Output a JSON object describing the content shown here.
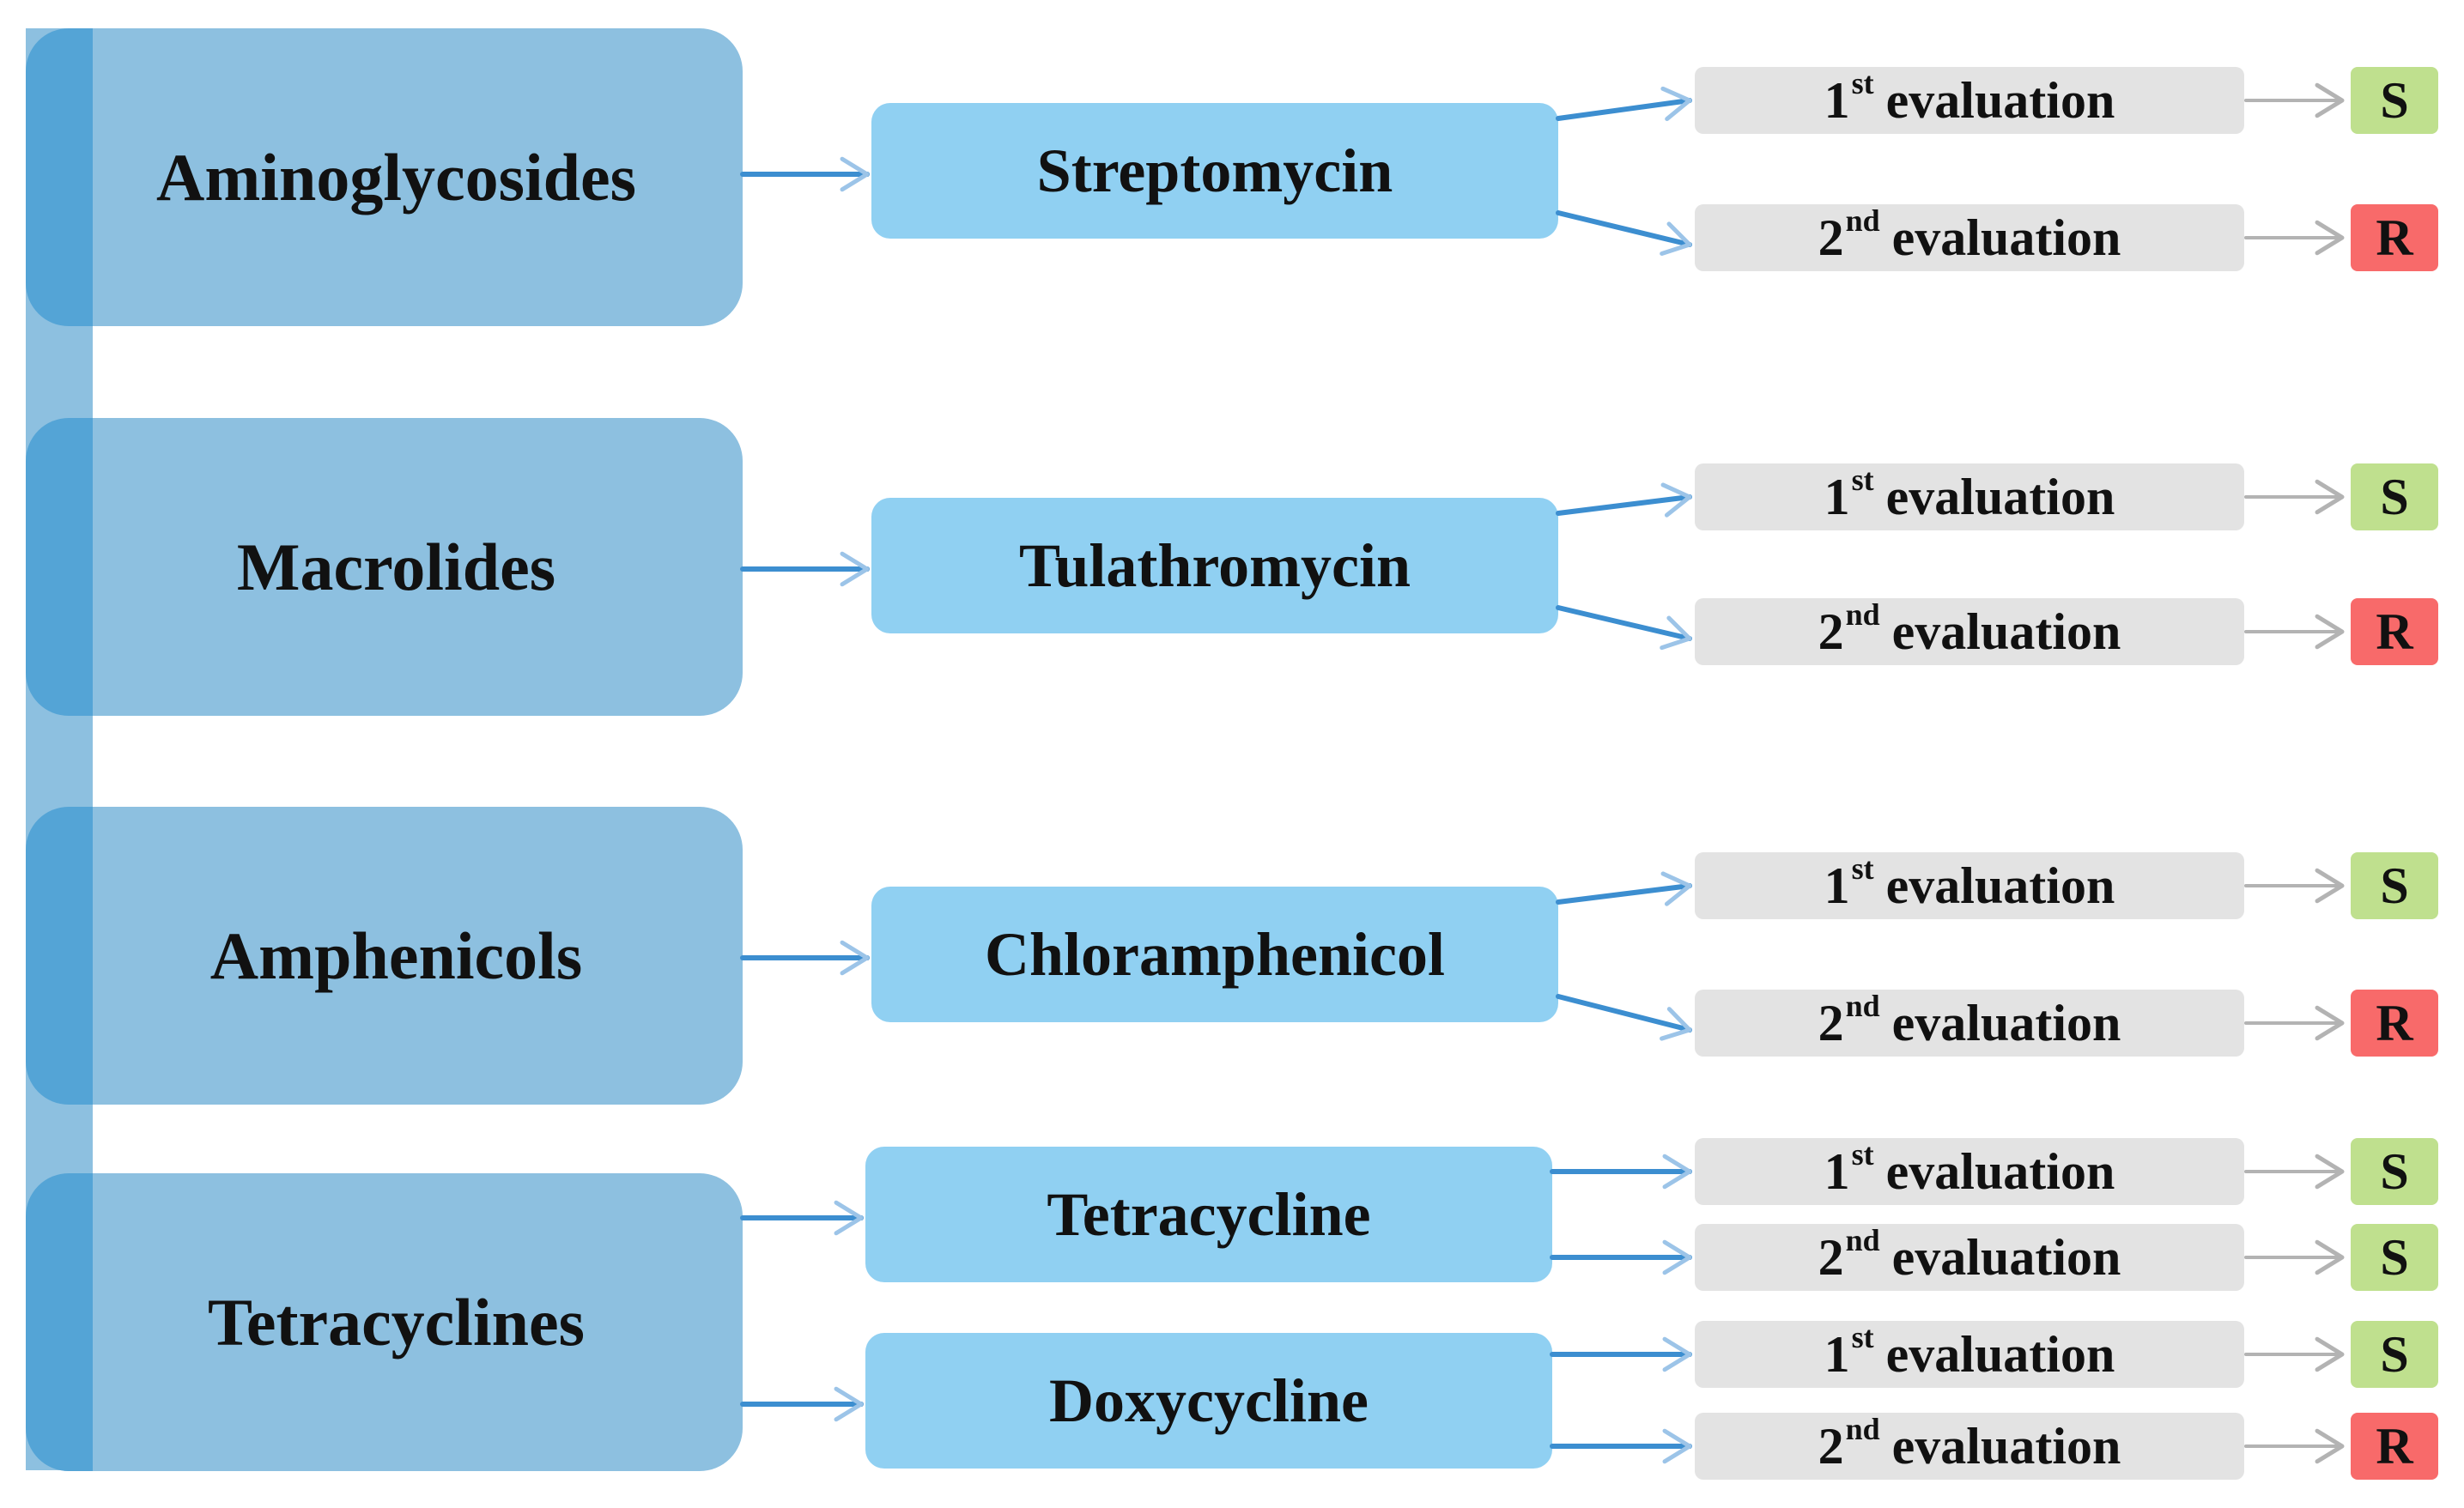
{
  "colors": {
    "group_fill": "#8dc0e0",
    "group_edge": "#54a4d6",
    "drug_fill": "#90d0f2",
    "eval_fill": "#e3e3e3",
    "S": "#bfe08e",
    "R": "#f86a6a",
    "arrow_blue": "#3c8ed0",
    "arrow_gray": "#b3b3b3"
  },
  "groups": [
    {
      "label": "Aminoglycosides",
      "drugs": [
        0
      ]
    },
    {
      "label": "Macrolides",
      "drugs": [
        1
      ]
    },
    {
      "label": "Amphenicols",
      "drugs": [
        2
      ]
    },
    {
      "label": "Tetracyclines",
      "drugs": [
        3,
        4
      ]
    }
  ],
  "drugs": [
    {
      "label": "Streptomycin",
      "evaluations": [
        {
          "ordinal": "1",
          "suffix": "st",
          "text": "evaluation",
          "result": "S"
        },
        {
          "ordinal": "2",
          "suffix": "nd",
          "text": "evaluation",
          "result": "R"
        }
      ]
    },
    {
      "label": "Tulathromycin",
      "evaluations": [
        {
          "ordinal": "1",
          "suffix": "st",
          "text": "evaluation",
          "result": "S"
        },
        {
          "ordinal": "2",
          "suffix": "nd",
          "text": "evaluation",
          "result": "R"
        }
      ]
    },
    {
      "label": "Chloramphenicol",
      "evaluations": [
        {
          "ordinal": "1",
          "suffix": "st",
          "text": "evaluation",
          "result": "S"
        },
        {
          "ordinal": "2",
          "suffix": "nd",
          "text": "evaluation",
          "result": "R"
        }
      ]
    },
    {
      "label": "Tetracycline",
      "evaluations": [
        {
          "ordinal": "1",
          "suffix": "st",
          "text": "evaluation",
          "result": "S"
        },
        {
          "ordinal": "2",
          "suffix": "nd",
          "text": "evaluation",
          "result": "S"
        }
      ]
    },
    {
      "label": "Doxycycline",
      "evaluations": [
        {
          "ordinal": "1",
          "suffix": "st",
          "text": "evaluation",
          "result": "S"
        },
        {
          "ordinal": "2",
          "suffix": "nd",
          "text": "evaluation",
          "result": "R"
        }
      ]
    }
  ]
}
